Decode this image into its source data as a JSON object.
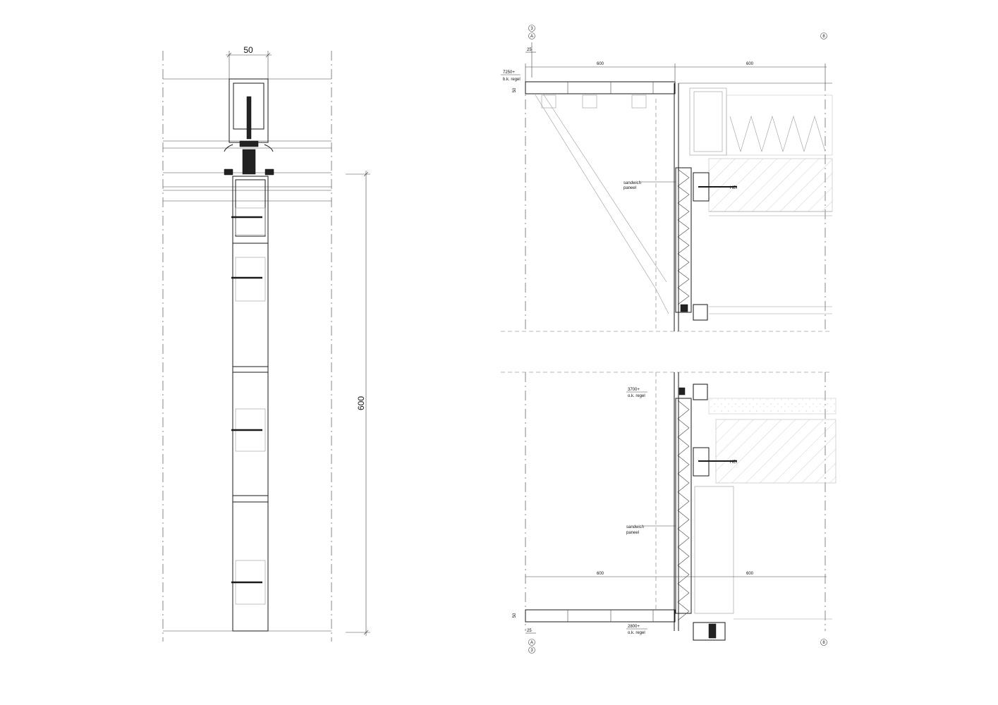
{
  "left_detail": {
    "width_dim": "50",
    "height_dim": "600"
  },
  "right_detail": {
    "grid_top_left_num": "3",
    "grid_top_left_letter": "A",
    "grid_top_right": "8",
    "grid_bottom_left_letter": "A",
    "grid_bottom_left_num": "3",
    "grid_bottom_right": "8",
    "dim_top_small": "25",
    "dim_top_left": "600",
    "dim_top_right": "600",
    "level_top_value": "7250+",
    "level_top_label": "b.k. regel",
    "dim_top_50": "50",
    "label_sandwich_1_line1": "sandwich",
    "label_sandwich_1_line2": "paneel",
    "hilti_1": "HEI",
    "level_mid_value": "3700+",
    "level_mid_label": "o.k. regel",
    "hilti_2": "HEI",
    "label_sandwich_2_line1": "sandwich",
    "label_sandwich_2_line2": "paneel",
    "dim_bottom_left": "600",
    "dim_bottom_right": "600",
    "dim_bottom_50": "50",
    "dim_bottom_small": "25",
    "level_bottom_value": "2800+",
    "level_bottom_label": "o.k. regel"
  }
}
